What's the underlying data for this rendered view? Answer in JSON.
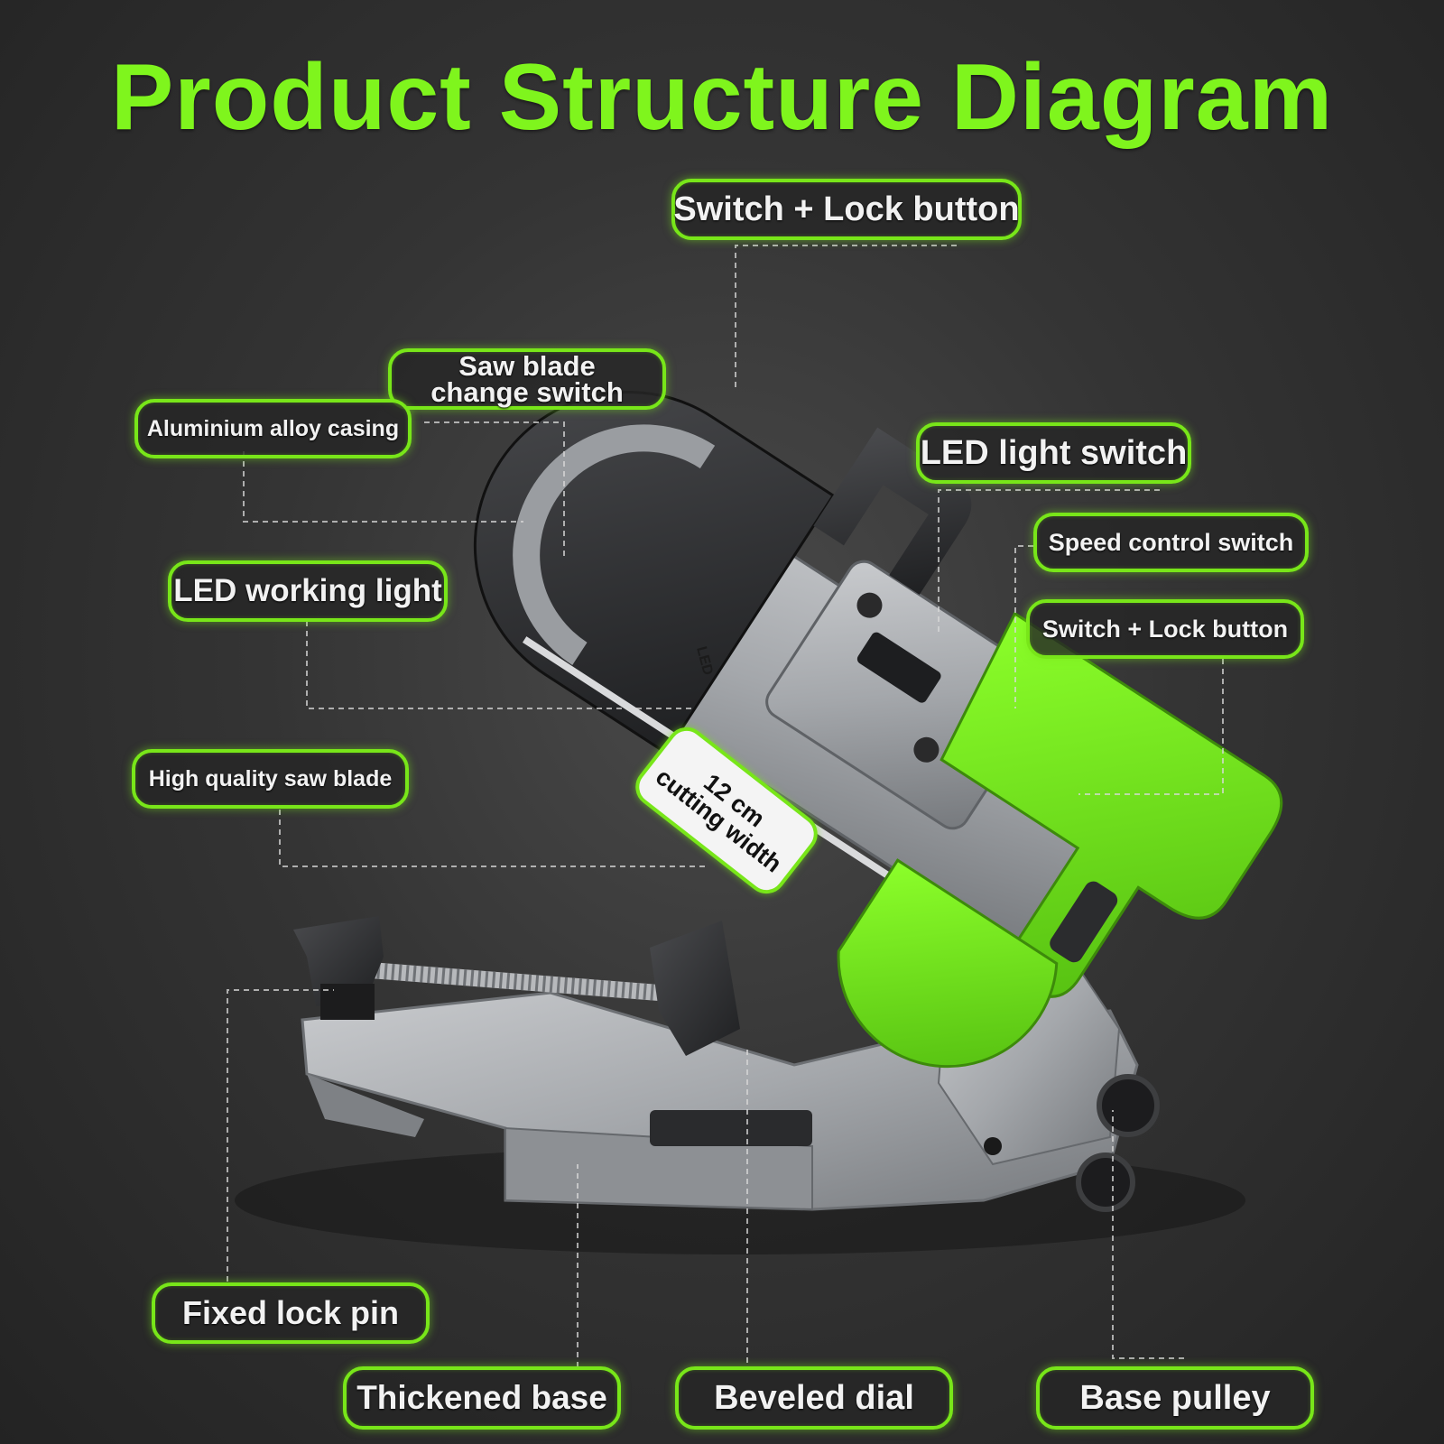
{
  "title": "Product Structure Diagram",
  "colors": {
    "accent": "#7ff51d",
    "callout_border": "#78e619",
    "background": "#333333",
    "metal": "#a8abaf",
    "dark_plastic": "#2e2f31"
  },
  "callouts": {
    "switch_lock_top": "Switch + Lock button",
    "saw_blade_change_line1": "Saw blade",
    "saw_blade_change_line2": "change switch",
    "aluminium_casing": "Aluminium alloy casing",
    "led_light_switch": "LED light switch",
    "speed_control": "Speed control switch",
    "switch_lock_right": "Switch + Lock button",
    "led_working_light": "LED working light",
    "saw_blade": "High quality saw blade",
    "fixed_lock_pin": "Fixed lock pin",
    "thickened_base": "Thickened base",
    "beveled_dial": "Beveled dial",
    "base_pulley": "Base pulley"
  },
  "cutting_badge": {
    "line1": "12 cm",
    "line2": "cutting width"
  },
  "product_markings": {
    "led_label": "LED"
  }
}
